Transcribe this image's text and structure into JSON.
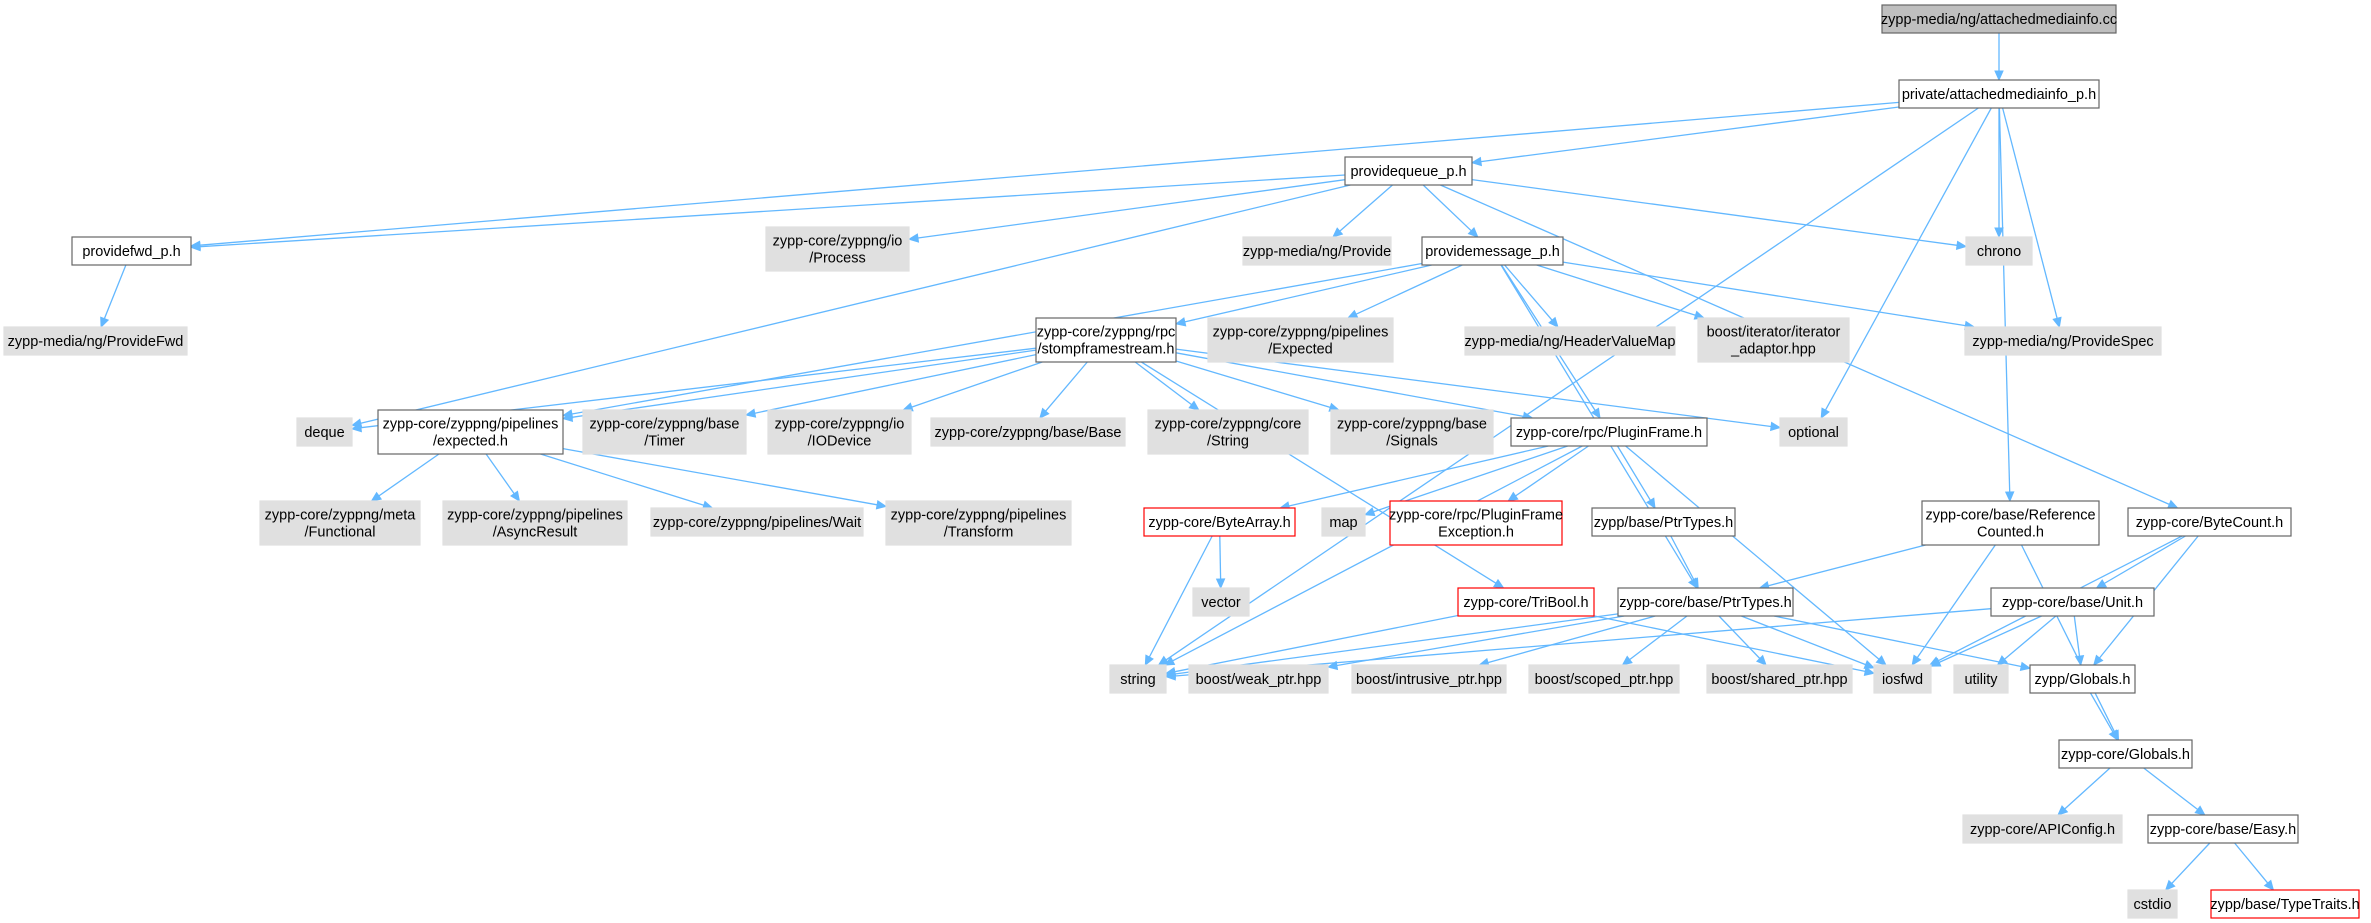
{
  "colors": {
    "edge": "#63b8ff",
    "root_fill": "#bfbfbf",
    "grey_fill": "#e0e0e0",
    "white_fill": "#ffffff",
    "border": "#666666",
    "missing_border": "#ff0000"
  },
  "nodes": [
    {
      "id": "root",
      "lines": [
        "zypp-media/ng/attachedmediainfo.cc"
      ],
      "style": "root"
    },
    {
      "id": "pami",
      "lines": [
        "private/attachedmediainfo_p.h"
      ],
      "style": "white"
    },
    {
      "id": "pq",
      "lines": [
        "providequeue_p.h"
      ],
      "style": "white"
    },
    {
      "id": "pfwd",
      "lines": [
        "providefwd_p.h"
      ],
      "style": "white"
    },
    {
      "id": "ngfwd",
      "lines": [
        "zypp-media/ng/ProvideFwd"
      ],
      "style": "grey"
    },
    {
      "id": "ioproc",
      "lines": [
        "zypp-core/zyppng/io",
        "/Process"
      ],
      "style": "grey"
    },
    {
      "id": "ngprov",
      "lines": [
        "zypp-media/ng/Provide"
      ],
      "style": "grey"
    },
    {
      "id": "pmsg",
      "lines": [
        "providemessage_p.h"
      ],
      "style": "white"
    },
    {
      "id": "chrono",
      "lines": [
        "chrono"
      ],
      "style": "grey"
    },
    {
      "id": "stomp",
      "lines": [
        "zypp-core/zyppng/rpc",
        "/stompframestream.h"
      ],
      "style": "white"
    },
    {
      "id": "plexp",
      "lines": [
        "zypp-core/zyppng/pipelines",
        "/Expected"
      ],
      "style": "grey"
    },
    {
      "id": "hvm",
      "lines": [
        "zypp-media/ng/HeaderValueMap"
      ],
      "style": "grey"
    },
    {
      "id": "itad",
      "lines": [
        "boost/iterator/iterator",
        "_adaptor.hpp"
      ],
      "style": "grey"
    },
    {
      "id": "pspec",
      "lines": [
        "zypp-media/ng/ProvideSpec"
      ],
      "style": "grey"
    },
    {
      "id": "deque",
      "lines": [
        "deque"
      ],
      "style": "grey"
    },
    {
      "id": "expected",
      "lines": [
        "zypp-core/zyppng/pipelines",
        "/expected.h"
      ],
      "style": "white"
    },
    {
      "id": "timer",
      "lines": [
        "zypp-core/zyppng/base",
        "/Timer"
      ],
      "style": "grey"
    },
    {
      "id": "iodev",
      "lines": [
        "zypp-core/zyppng/io",
        "/IODevice"
      ],
      "style": "grey"
    },
    {
      "id": "bbase",
      "lines": [
        "zypp-core/zyppng/base/Base"
      ],
      "style": "grey"
    },
    {
      "id": "cstr",
      "lines": [
        "zypp-core/zyppng/core",
        "/String"
      ],
      "style": "grey"
    },
    {
      "id": "signals",
      "lines": [
        "zypp-core/zyppng/base",
        "/Signals"
      ],
      "style": "grey"
    },
    {
      "id": "pframe",
      "lines": [
        "zypp-core/rpc/PluginFrame.h"
      ],
      "style": "white"
    },
    {
      "id": "optional",
      "lines": [
        "optional"
      ],
      "style": "grey"
    },
    {
      "id": "func",
      "lines": [
        "zypp-core/zyppng/meta",
        "/Functional"
      ],
      "style": "grey"
    },
    {
      "id": "asyncres",
      "lines": [
        "zypp-core/zyppng/pipelines",
        "/AsyncResult"
      ],
      "style": "grey"
    },
    {
      "id": "wait",
      "lines": [
        "zypp-core/zyppng/pipelines/Wait"
      ],
      "style": "grey"
    },
    {
      "id": "transform",
      "lines": [
        "zypp-core/zyppng/pipelines",
        "/Transform"
      ],
      "style": "grey"
    },
    {
      "id": "bytearray",
      "lines": [
        "zypp-core/ByteArray.h"
      ],
      "style": "missing"
    },
    {
      "id": "map",
      "lines": [
        "map"
      ],
      "style": "grey"
    },
    {
      "id": "pfexc",
      "lines": [
        "zypp-core/rpc/PluginFrame",
        "Exception.h"
      ],
      "style": "missing"
    },
    {
      "id": "zbptr",
      "lines": [
        "zypp/base/PtrTypes.h"
      ],
      "style": "white"
    },
    {
      "id": "refc",
      "lines": [
        "zypp-core/base/Reference",
        "Counted.h"
      ],
      "style": "white"
    },
    {
      "id": "bytecount",
      "lines": [
        "zypp-core/ByteCount.h"
      ],
      "style": "white"
    },
    {
      "id": "vector",
      "lines": [
        "vector"
      ],
      "style": "grey"
    },
    {
      "id": "tribool",
      "lines": [
        "zypp-core/TriBool.h"
      ],
      "style": "missing"
    },
    {
      "id": "cbptr",
      "lines": [
        "zypp-core/base/PtrTypes.h"
      ],
      "style": "white"
    },
    {
      "id": "unit",
      "lines": [
        "zypp-core/base/Unit.h"
      ],
      "style": "white"
    },
    {
      "id": "string",
      "lines": [
        "string"
      ],
      "style": "grey"
    },
    {
      "id": "weak",
      "lines": [
        "boost/weak_ptr.hpp"
      ],
      "style": "grey"
    },
    {
      "id": "intr",
      "lines": [
        "boost/intrusive_ptr.hpp"
      ],
      "style": "grey"
    },
    {
      "id": "scoped",
      "lines": [
        "boost/scoped_ptr.hpp"
      ],
      "style": "grey"
    },
    {
      "id": "shared",
      "lines": [
        "boost/shared_ptr.hpp"
      ],
      "style": "grey"
    },
    {
      "id": "iosfwd",
      "lines": [
        "iosfwd"
      ],
      "style": "grey"
    },
    {
      "id": "utility",
      "lines": [
        "utility"
      ],
      "style": "grey"
    },
    {
      "id": "zglob",
      "lines": [
        "zypp/Globals.h"
      ],
      "style": "white"
    },
    {
      "id": "cglob",
      "lines": [
        "zypp-core/Globals.h"
      ],
      "style": "white"
    },
    {
      "id": "apiconf",
      "lines": [
        "zypp-core/APIConfig.h"
      ],
      "style": "grey"
    },
    {
      "id": "easy",
      "lines": [
        "zypp-core/base/Easy.h"
      ],
      "style": "white"
    },
    {
      "id": "cstdio",
      "lines": [
        "cstdio"
      ],
      "style": "grey"
    },
    {
      "id": "typetraits",
      "lines": [
        "zypp/base/TypeTraits.h"
      ],
      "style": "missing"
    }
  ],
  "edges": [
    [
      "root",
      "pami"
    ],
    [
      "pami",
      "pq"
    ],
    [
      "pami",
      "pfwd"
    ],
    [
      "pami",
      "string"
    ],
    [
      "pami",
      "chrono"
    ],
    [
      "pami",
      "pspec"
    ],
    [
      "pami",
      "optional"
    ],
    [
      "pami",
      "refc"
    ],
    [
      "pq",
      "pfwd"
    ],
    [
      "pq",
      "ioproc"
    ],
    [
      "pq",
      "ngprov"
    ],
    [
      "pq",
      "pmsg"
    ],
    [
      "pq",
      "chrono"
    ],
    [
      "pq",
      "deque"
    ],
    [
      "pq",
      "bytecount"
    ],
    [
      "pfwd",
      "ngfwd"
    ],
    [
      "pmsg",
      "stomp"
    ],
    [
      "pmsg",
      "plexp"
    ],
    [
      "pmsg",
      "hvm"
    ],
    [
      "pmsg",
      "itad"
    ],
    [
      "pmsg",
      "pspec"
    ],
    [
      "pmsg",
      "expected"
    ],
    [
      "pmsg",
      "pframe"
    ],
    [
      "pmsg",
      "cbptr"
    ],
    [
      "stomp",
      "deque"
    ],
    [
      "stomp",
      "expected"
    ],
    [
      "stomp",
      "timer"
    ],
    [
      "stomp",
      "iodev"
    ],
    [
      "stomp",
      "bbase"
    ],
    [
      "stomp",
      "cstr"
    ],
    [
      "stomp",
      "signals"
    ],
    [
      "stomp",
      "pframe"
    ],
    [
      "stomp",
      "optional"
    ],
    [
      "stomp",
      "tribool"
    ],
    [
      "expected",
      "func"
    ],
    [
      "expected",
      "asyncres"
    ],
    [
      "expected",
      "wait"
    ],
    [
      "expected",
      "transform"
    ],
    [
      "pframe",
      "bytearray"
    ],
    [
      "pframe",
      "map"
    ],
    [
      "pframe",
      "pfexc"
    ],
    [
      "pframe",
      "zbptr"
    ],
    [
      "pframe",
      "string"
    ],
    [
      "pframe",
      "iosfwd"
    ],
    [
      "bytearray",
      "vector"
    ],
    [
      "bytearray",
      "string"
    ],
    [
      "zbptr",
      "cbptr"
    ],
    [
      "refc",
      "cbptr"
    ],
    [
      "refc",
      "iosfwd"
    ],
    [
      "refc",
      "cglob"
    ],
    [
      "bytecount",
      "unit"
    ],
    [
      "bytecount",
      "iosfwd"
    ],
    [
      "bytecount",
      "zglob"
    ],
    [
      "tribool",
      "string"
    ],
    [
      "tribool",
      "iosfwd"
    ],
    [
      "cbptr",
      "string"
    ],
    [
      "cbptr",
      "weak"
    ],
    [
      "cbptr",
      "intr"
    ],
    [
      "cbptr",
      "scoped"
    ],
    [
      "cbptr",
      "shared"
    ],
    [
      "cbptr",
      "iosfwd"
    ],
    [
      "cbptr",
      "zglob"
    ],
    [
      "unit",
      "string"
    ],
    [
      "unit",
      "iosfwd"
    ],
    [
      "unit",
      "utility"
    ],
    [
      "unit",
      "zglob"
    ],
    [
      "zglob",
      "cglob"
    ],
    [
      "cglob",
      "apiconf"
    ],
    [
      "cglob",
      "easy"
    ],
    [
      "easy",
      "cstdio"
    ],
    [
      "easy",
      "typetraits"
    ]
  ]
}
